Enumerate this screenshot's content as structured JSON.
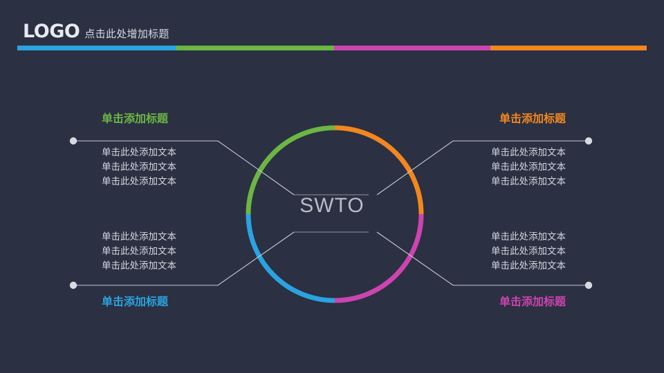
{
  "header": {
    "logo": "LOGO",
    "subtitle": "点击此处增加标题",
    "bar_segments": [
      {
        "name": "blue-segment",
        "color": "#2aa3e0"
      },
      {
        "name": "green-segment",
        "color": "#6cb644"
      },
      {
        "name": "magenta-segment",
        "color": "#cc44b0"
      },
      {
        "name": "orange-segment",
        "color": "#f2871f"
      }
    ]
  },
  "center": {
    "label": "SWTO"
  },
  "quadrants": [
    {
      "id": "top-left",
      "title": "单击添加标题",
      "color": "#6cb644",
      "body": [
        "单击此处添加文本",
        "单击此处添加文本",
        "单击此处添加文本"
      ]
    },
    {
      "id": "top-right",
      "title": "单击添加标题",
      "color": "#f2871f",
      "body": [
        "单击此处添加文本",
        "单击此处添加文本",
        "单击此处添加文本"
      ]
    },
    {
      "id": "bottom-left",
      "title": "单击添加标题",
      "color": "#2aa3e0",
      "body": [
        "单击此处添加文本",
        "单击此处添加文本",
        "单击此处添加文本"
      ]
    },
    {
      "id": "bottom-right",
      "title": "单击添加标题",
      "color": "#cc44b0",
      "body": [
        "单击此处添加文本",
        "单击此处添加文本",
        "单击此处添加文本"
      ]
    }
  ],
  "colors": {
    "background": "#2b3042",
    "connector": "#c9ccd6",
    "center_text": "#b9bcc5",
    "body_text": "#d3d7e0"
  }
}
